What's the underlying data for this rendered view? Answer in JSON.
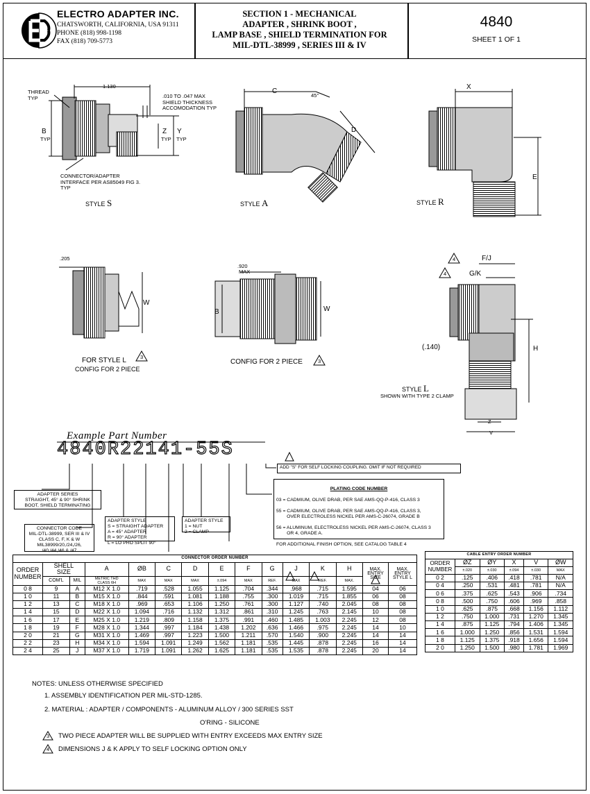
{
  "header": {
    "company": "ELECTRO ADAPTER INC.",
    "address": "CHATSWORTH, CALIFORNIA, USA 91311",
    "phone": "PHONE  (818) 998-1198",
    "fax": "FAX  (818) 709-5773",
    "section_lines": [
      "SECTION 1 - MECHANICAL",
      "ADAPTER ,  SHRINK BOOT ,",
      "LAMP BASE ,  SHIELD TERMINATION FOR",
      "MIL-DTL-38999 , SERIES III & IV"
    ],
    "part_number": "4840",
    "sheet": "SHEET  1 OF 1"
  },
  "drawings": {
    "style_s": {
      "caption": "STYLE",
      "letter": "S",
      "dim_130": "1.130",
      "thread": "THREAD\nTYP",
      "shield": ".010 TO .047 MAX\nSHIELD THICKNESS\nACCOMODATION TYP",
      "b": "B",
      "b_typ": "TYP",
      "z": "Z",
      "z_typ": "TYP",
      "y": "Y",
      "y_typ": "TYP",
      "interface": "CONNECTOR/ADAPTER\nINTERFACE PER AS85049 FIG 3.\nTYP"
    },
    "style_a": {
      "caption": "STYLE",
      "letter": "A",
      "c": "C",
      "angle": "45°",
      "d": "D"
    },
    "style_r": {
      "caption": "STYLE",
      "letter": "R",
      "x": "X",
      "e": "E"
    },
    "style_l_2pc": {
      "dim": ".205",
      "w": "W",
      "caption1": "FOR STYLE L",
      "caption2": "CONFIG FOR 2 PIECE",
      "note_ref": "3"
    },
    "two_piece": {
      "dim": ".920",
      "dim_max": "MAX",
      "b": "B",
      "w": "W",
      "caption": "CONFIG FOR 2 PIECE",
      "note_ref": "3"
    },
    "style_l": {
      "fj": "F/J",
      "gk": "G/K",
      "ref": "4",
      "dim140": "(.140)",
      "h": "H",
      "z": "Z",
      "v": "V",
      "caption": "STYLE",
      "letter": "L",
      "caption2": "SHOWN WITH TYPE 2 CLAMP"
    }
  },
  "example": {
    "title": "Example Part Number",
    "number": "4840R22141-55S",
    "self_locking": "ADD \"S\" FOR SELF LOCKING COUPLING. OMIT IF NOT REQUIRED",
    "note_ref": "4",
    "plating_title": "PLATING CODE NUMBER",
    "plating": [
      "03 = CADMIUM, OLIVE DRAB, PER SAE AMS-QQ-P-416, CLASS 3",
      "55 = CADMIUM, OLIVE DRAB, PER SAE AMS-QQ-P-416, CLASS 3,\n        OVER ELECTROLESS NICKEL PER AMS-C-26074, GRADE B",
      "56 = ALUMINUM, ELECTROLESS NICKEL PER AMS-C-26074, CLASS 3\n        OR 4, GRADE A.",
      "FOR ADDITIONAL FINISH OPTION, SEE CATALOG TABLE 4"
    ],
    "adapter_series": "ADAPTER SERIES\nSTRAIGHT, 45° & 90° SHRINK\nBOOT, SHIELD TERMINATING",
    "connector_code": "CONNECTOR CODE\nMIL-DTL-38999, SER III & IV\nCLASS C, F, K & W\nMIL38999/20,/24,/26,\n/40,/44,/46 & /47",
    "adapter_style": "ADAPTER STYLE\nS = STRAIGHT ADAPTER\nA = 45° ADAPTER\nR = 90° ADAPTER\nL = LO PRO SPLIT 90°",
    "adapter_style2": "ADAPTER STYLE\n1 = NUT\n2 = CLAMP"
  },
  "connector_table": {
    "caption": "CONNECTOR ORDER NUMBER",
    "h_order": "ORDER\nNUMBER",
    "h_shell": "SHELL\nSIZE",
    "h_coml": "COM'L",
    "h_mil": "MIL",
    "h_a": "A",
    "h_a_sub": "METRIC THD\nCLASS 6H",
    "cols": [
      "ØB",
      "C",
      "D",
      "E",
      "F",
      "G",
      "J",
      "K",
      "H",
      "MAX.\nENTRY\nSIZE",
      "MAX.\nENTRY\nSTYLE L"
    ],
    "subs": [
      "MAX",
      "MAX",
      "MAX",
      "±.094",
      "MAX",
      "REF.",
      "MAX",
      "REF.",
      "MAX.",
      "",
      ""
    ],
    "rows": [
      [
        "0 8",
        "9",
        "A",
        "M12 X 1.0",
        ".719",
        ".528",
        "1.055",
        "1.125",
        ".704",
        ".344",
        ".968",
        ".715",
        "1.595",
        "04",
        "06"
      ],
      [
        "1 0",
        "11",
        "B",
        "M15 X 1.0",
        ".844",
        ".591",
        "1.081",
        "1.188",
        ".755",
        ".300",
        "1.019",
        ".715",
        "1.855",
        "06",
        "08"
      ],
      [
        "1 2",
        "13",
        "C",
        "M18 X 1.0",
        ".969",
        ".653",
        "1.106",
        "1.250",
        ".761",
        ".300",
        "1.127",
        ".740",
        "2.045",
        "08",
        "08"
      ],
      [
        "1 4",
        "15",
        "D",
        "M22 X 1.0",
        "1.094",
        ".716",
        "1.132",
        "1.312",
        ".861",
        ".310",
        "1.245",
        ".763",
        "2.145",
        "10",
        "08"
      ],
      [
        "1 6",
        "17",
        "E",
        "M25 X 1.0",
        "1.219",
        ".809",
        "1.158",
        "1.375",
        ".991",
        ".460",
        "1.485",
        "1.003",
        "2.245",
        "12",
        "08"
      ],
      [
        "1 8",
        "19",
        "F",
        "M28 X 1.0",
        "1.344",
        ".997",
        "1.184",
        "1.438",
        "1.202",
        ".636",
        "1.466",
        ".975",
        "2.245",
        "14",
        "10"
      ],
      [
        "2 0",
        "21",
        "G",
        "M31 X 1.0",
        "1.469",
        ".997",
        "1.223",
        "1.500",
        "1.211",
        ".570",
        "1.540",
        ".900",
        "2.245",
        "14",
        "14"
      ],
      [
        "2 2",
        "23",
        "H",
        "M34 X 1.0",
        "1.594",
        "1.091",
        "1.249",
        "1.562",
        "1.181",
        ".535",
        "1.445",
        ".878",
        "2.245",
        "16",
        "14"
      ],
      [
        "2 4",
        "25",
        "J",
        "M37 X 1.0",
        "1.719",
        "1.091",
        "1.262",
        "1.625",
        "1.181",
        ".535",
        "1.535",
        ".878",
        "2.245",
        "20",
        "14"
      ]
    ]
  },
  "cable_table": {
    "caption": "CABLE ENTRY ORDER NUMBER",
    "h_order": "ORDER\nNUMBER",
    "cols": [
      "ØZ",
      "ØY",
      "X",
      "V",
      "ØW"
    ],
    "subs": [
      "±.020",
      "±.030",
      "±.094",
      "±.030",
      "MAX"
    ],
    "rows": [
      [
        "0 2",
        ".125",
        ".406",
        ".418",
        ".781",
        "N/A"
      ],
      [
        "0 4",
        ".250",
        ".531",
        ".481",
        ".781",
        "N/A"
      ],
      [
        "0 6",
        ".375",
        ".625",
        ".543",
        ".906",
        ".734"
      ],
      [
        "0 8",
        ".500",
        ".750",
        ".606",
        ".969",
        ".858"
      ],
      [
        "1 0",
        ".625",
        ".875",
        ".668",
        "1.156",
        "1.112"
      ],
      [
        "1 2",
        ".750",
        "1.000",
        ".731",
        "1.270",
        "1.345"
      ],
      [
        "1 4",
        ".875",
        "1.125",
        ".794",
        "1.406",
        "1.345"
      ],
      [
        "1 6",
        "1.000",
        "1.250",
        ".856",
        "1.531",
        "1.594"
      ],
      [
        "1 8",
        "1.125",
        "1.375",
        ".918",
        "1.656",
        "1.594"
      ],
      [
        "2 0",
        "1.250",
        "1.500",
        ".980",
        "1.781",
        "1.969"
      ]
    ]
  },
  "notes": {
    "title": "NOTES:  UNLESS OTHERWISE SPECIFIED",
    "n1": "1.  ASSEMBLY IDENTIFICATION PER MIL-STD-1285.",
    "n2": "2.  MATERIAL  :  ADAPTER / COMPONENTS - ALUMINUM ALLOY / 300 SERIES SST",
    "n2b": "O'RING - SILICONE",
    "n3_num": "3",
    "n3": "TWO PIECE ADAPTER WILL BE SUPPLIED WITH ENTRY EXCEEDS MAX ENTRY SIZE",
    "n4_num": "4",
    "n4": "DIMENSIONS J & K APPLY TO SELF LOCKING OPTION ONLY"
  }
}
